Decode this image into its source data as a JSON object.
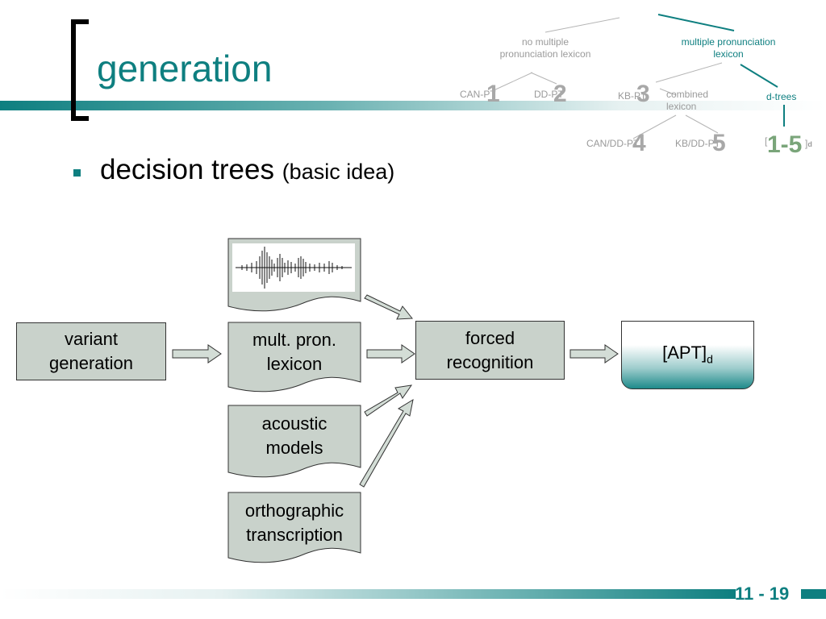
{
  "slide": {
    "title": "generation",
    "bullet_main": "decision trees",
    "bullet_paren": "(basic idea)",
    "page_number": "11 - 19"
  },
  "tree": {
    "no_multiple": "no multiple\npronunciation lexicon",
    "multiple": "multiple pronunciation\nlexicon",
    "can_pt": "CAN-PT",
    "dd_pt": "DD-PT",
    "kb_pt": "KB-PT",
    "combined": "combined\nlexicon",
    "dtrees": "d-trees",
    "can_dd_pt": "CAN/DD-PT",
    "kb_dd_pt": "KB/DD-PT",
    "num1": "1",
    "num2": "2",
    "num3": "3",
    "num4": "4",
    "num5": "5",
    "num15": "1-5",
    "bracket_l": "[",
    "bracket_r": "]",
    "sub_d": "d"
  },
  "flow": {
    "variant": "variant\ngeneration",
    "mult_pron": "mult. pron.\nlexicon",
    "acoustic": "acoustic\nmodels",
    "orthographic": "orthographic\ntranscription",
    "forced": "forced\nrecognition",
    "apt_main": "[APT]",
    "apt_sub": "d"
  },
  "colors": {
    "accent": "#0e7f80",
    "box_fill": "#c9d2cb",
    "arrow_fill": "#d3ddd6",
    "tree_gray": "#9a9a9a"
  }
}
